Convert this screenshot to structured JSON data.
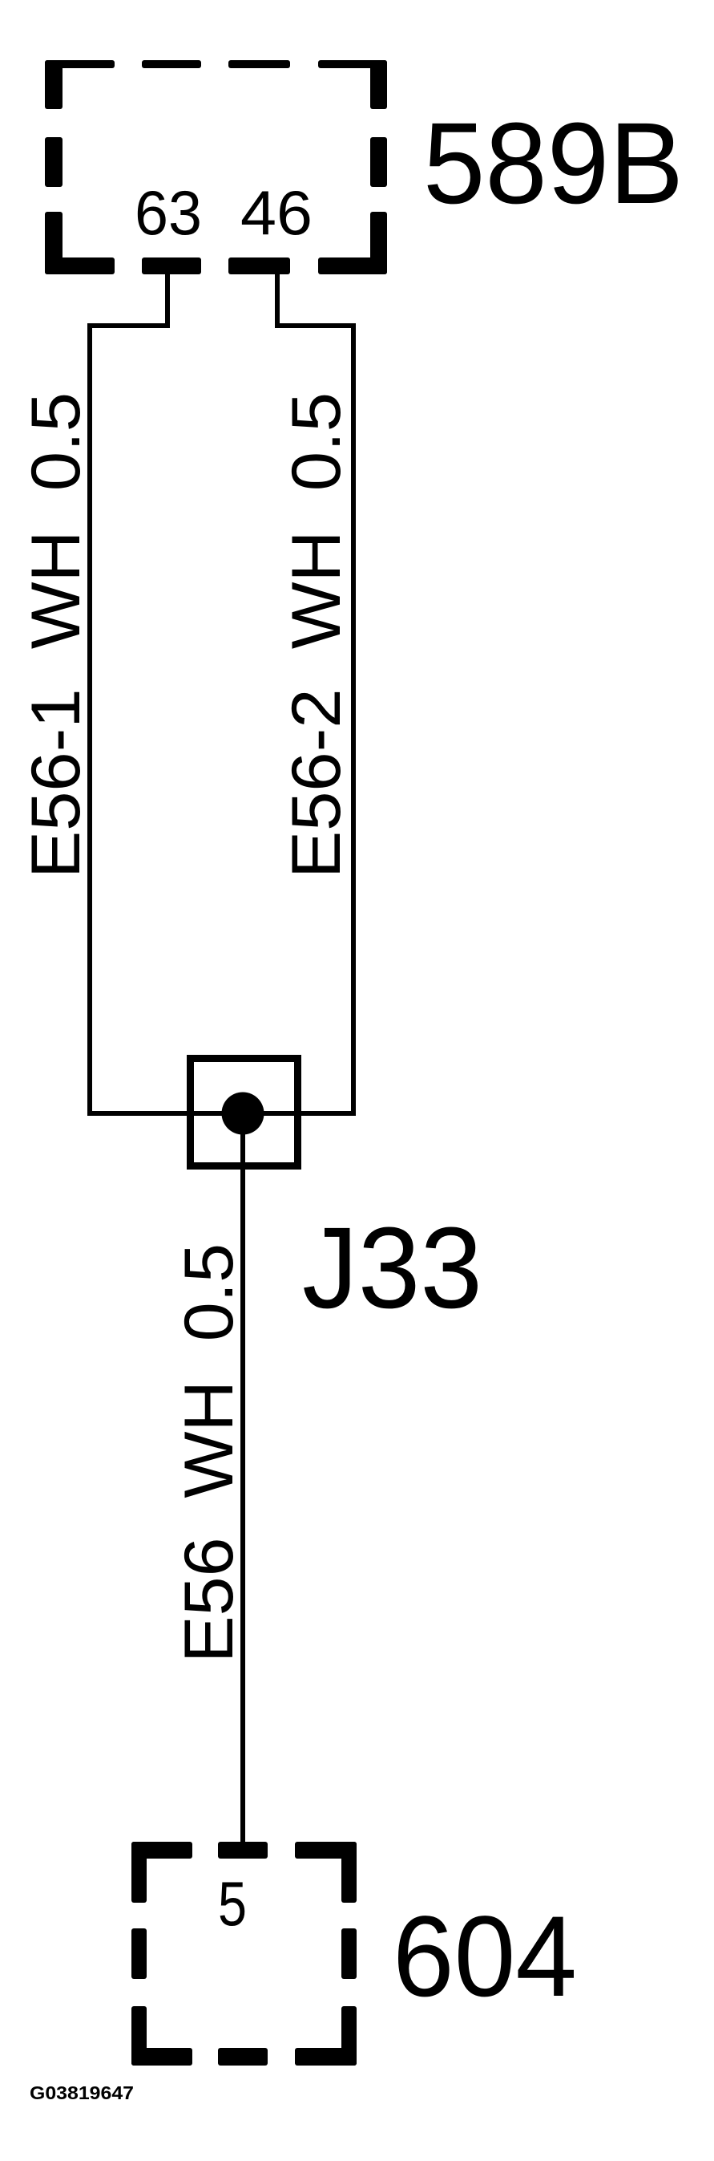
{
  "diagram": {
    "type": "wiring-diagram",
    "components": [
      {
        "id": "589B",
        "label": "589B",
        "kind": "connector",
        "pins": [
          {
            "number": "63"
          },
          {
            "number": "46"
          }
        ]
      },
      {
        "id": "J33",
        "label": "J33",
        "kind": "splice-junction"
      },
      {
        "id": "604",
        "label": "604",
        "kind": "connector",
        "pins": [
          {
            "number": "5"
          }
        ]
      }
    ],
    "wires": [
      {
        "circuit": "E56-1",
        "color": "WH",
        "gauge": "0.5",
        "from": "589B pin 63",
        "to": "J33",
        "label": "E56-1  WH  0.5"
      },
      {
        "circuit": "E56-2",
        "color": "WH",
        "gauge": "0.5",
        "from": "589B pin 46",
        "to": "J33",
        "label": "E56-2  WH  0.5"
      },
      {
        "circuit": "E56",
        "color": "WH",
        "gauge": "0.5",
        "from": "J33",
        "to": "604 pin 5",
        "label": "E56  WH  0.5"
      }
    ],
    "figure_id": "G03819647",
    "colors": {
      "line": "#000000",
      "background": "#ffffff"
    }
  }
}
